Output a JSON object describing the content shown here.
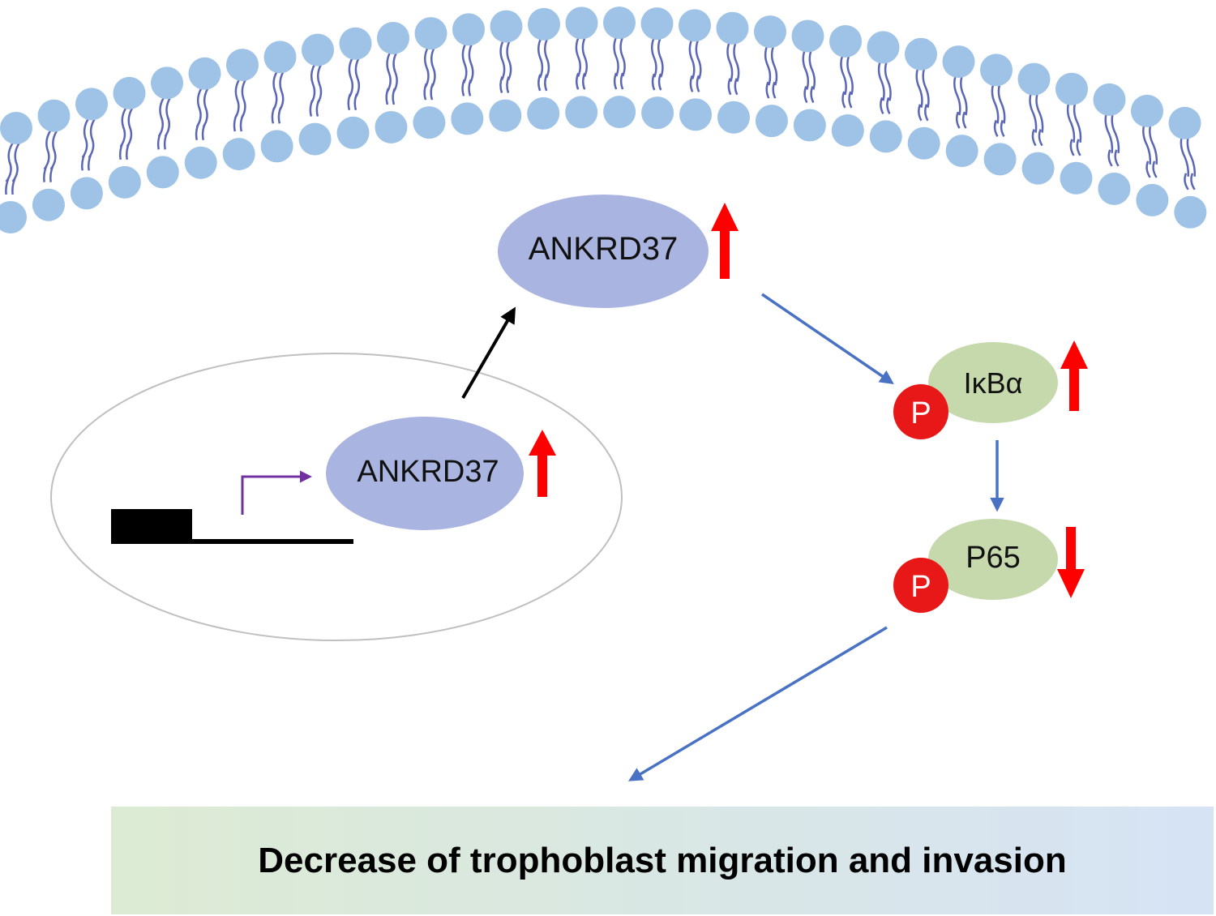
{
  "colors": {
    "lipid_head": "#9ec3e6",
    "lipid_tail": "#5b67b5",
    "protein_ankrd37": "#aab4e0",
    "protein_nfkb": "#c5d9ad",
    "phospho": "#e81818",
    "regulation_arrow": "#ff0000",
    "pathway_arrow": "#4a72c4",
    "export_arrow": "#000000",
    "promoter_arrow": "#7030a0",
    "gene_block": "#000000",
    "nucleus_outline": "#bfbfbf",
    "outcome_gradient_start": "#dcebd3",
    "outcome_gradient_end": "#d6e3f5"
  },
  "nodes": {
    "nuclear_ankrd37": {
      "label": "ANKRD37",
      "regulation": "up"
    },
    "cytoplasmic_ankrd37": {
      "label": "ANKRD37",
      "regulation": "up"
    },
    "ikba": {
      "label": "IκBα",
      "phospho_label": "P",
      "regulation": "up"
    },
    "p65": {
      "label": "P65",
      "phospho_label": "P",
      "regulation": "down"
    }
  },
  "outcome": {
    "label": "Decrease of trophoblast migration and invasion"
  },
  "icons": [
    "lipid-bilayer",
    "nucleus",
    "gene-promoter",
    "transcription-start-arrow"
  ]
}
